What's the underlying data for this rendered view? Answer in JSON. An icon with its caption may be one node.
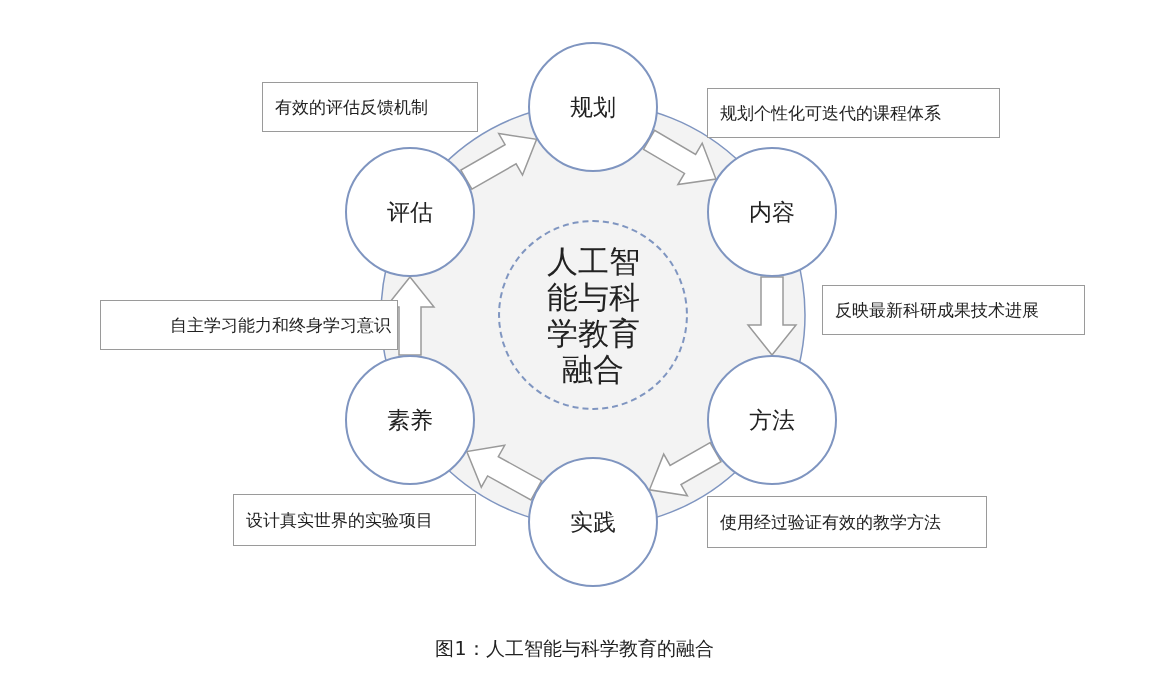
{
  "diagram": {
    "caption": "图1：人工智能与科学教育的融合",
    "nodes": [
      {
        "text": [
          "规划"
        ]
      },
      {
        "text": [
          "内容"
        ]
      },
      {
        "text": [
          "方法"
        ]
      },
      {
        "text": [
          "实践"
        ]
      },
      {
        "text": [
          "素养"
        ]
      },
      {
        "text": [
          "评估"
        ]
      },
      {
        "text": [
          "人工智能与科学教育融合"
        ]
      }
    ],
    "edges": [
      {
        "from": 5,
        "to": 0,
        "arrow": "to",
        "label": "有效的评估反馈机制"
      },
      {
        "from": 0,
        "to": 1,
        "arrow": "to",
        "label": "规划个性化可迭代的课程体系"
      },
      {
        "from": 1,
        "to": 2,
        "arrow": "to",
        "label": "反映最新科研成果技术进展"
      },
      {
        "from": 2,
        "to": 3,
        "arrow": "to",
        "label": "使用经过验证有效的教学方法"
      },
      {
        "from": 3,
        "to": 4,
        "arrow": "to",
        "label": "设计真实世界的实验项目"
      },
      {
        "from": 4,
        "to": 5,
        "arrow": "to",
        "label": "自主学习能力和终身学习意识"
      }
    ]
  }
}
